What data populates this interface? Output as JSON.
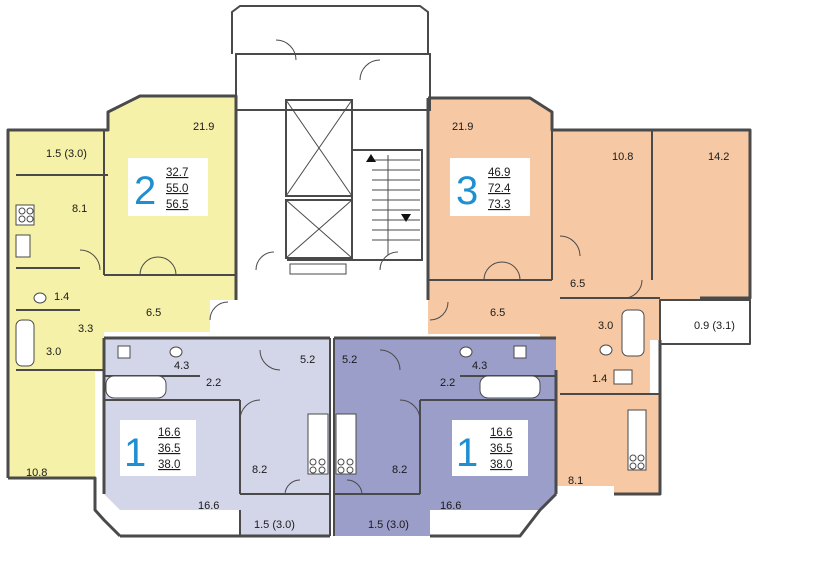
{
  "colors": {
    "apt2": "#f6f1a8",
    "apt3": "#f6c9a4",
    "apt1_left": "#d3d5e9",
    "apt1_right": "#9b9ec8",
    "wall": "#4a4a4a",
    "badge_text": "#1e8fd0"
  },
  "apartments": [
    {
      "id": "apt-2",
      "rooms": "2",
      "living": "32.7",
      "total": "55.0",
      "total_balcony": "56.5"
    },
    {
      "id": "apt-3",
      "rooms": "3",
      "living": "46.9",
      "total": "72.4",
      "total_balcony": "73.3"
    },
    {
      "id": "apt-1-left",
      "rooms": "1",
      "living": "16.6",
      "total": "36.5",
      "total_balcony": "38.0"
    },
    {
      "id": "apt-1-right",
      "rooms": "1",
      "living": "16.6",
      "total": "36.5",
      "total_balcony": "38.0"
    }
  ],
  "room_labels": {
    "a2_room_main": "21.9",
    "a2_balcony": "1.5 (3.0)",
    "a2_kitchen": "8.1",
    "a2_wc": "1.4",
    "a2_bath": "3.0",
    "a2_corridor": "3.3",
    "a2_hall": "6.5",
    "a2_room_small": "10.8",
    "a3_room_main": "21.9",
    "a3_room_mid": "10.8",
    "a3_room_right": "14.2",
    "a3_hall": "6.5",
    "a3_corridor": "6.5",
    "a3_bath": "3.0",
    "a3_wc": "1.4",
    "a3_balcony": "0.9 (3.1)",
    "a3_kitchen": "8.1",
    "a1l_bath": "4.3",
    "a1l_hall": "5.2",
    "a1l_corridor": "2.2",
    "a1l_kitchen": "8.2",
    "a1l_room": "16.6",
    "a1l_balcony": "1.5 (3.0)",
    "a1r_bath": "4.3",
    "a1r_hall": "5.2",
    "a1r_corridor": "2.2",
    "a1r_kitchen": "8.2",
    "a1r_room": "16.6",
    "a1r_balcony": "1.5 (3.0)"
  }
}
